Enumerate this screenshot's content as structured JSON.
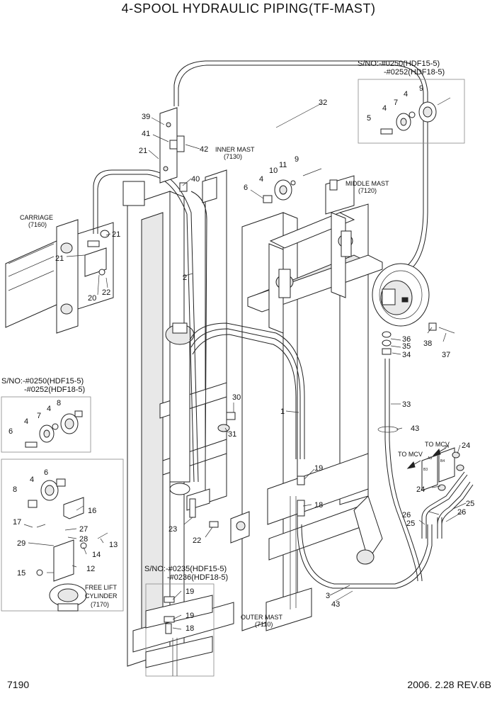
{
  "title": "4-SPOOL HYDRAULIC PIPING(TF-MAST)",
  "page_number": "7190",
  "date_rev": "2006. 2.28  REV.6B",
  "assemblies": {
    "inner_mast": [
      "INNER MAST",
      "(7130)"
    ],
    "middle_mast": [
      "MIDDLE MAST",
      "(7120)"
    ],
    "carriage": [
      "CARRIAGE",
      "(7160)"
    ],
    "outer_mast": [
      "OUTER MAST",
      "(7110)"
    ],
    "free_lift": [
      "FREE LIFT",
      "CYLINDER",
      "(7170)"
    ]
  },
  "serial_notes": {
    "top_right": [
      "S/NO:-#0250(HDF15-5)",
      "-#0252(HDF18-5)"
    ],
    "left": [
      "S/NO:-#0250(HDF15-5)",
      "-#0252(HDF18-5)"
    ],
    "bottom": [
      "S/NO:-#0235(HDF15-5)",
      "-#0236(HDF18-5)"
    ]
  },
  "to_mcv": [
    "TO MCV",
    "TO MCV"
  ],
  "port_tags": [
    "A4",
    "A3",
    "B3",
    "B4"
  ],
  "callouts": [
    "1",
    "2",
    "3",
    "4",
    "5",
    "6",
    "7",
    "8",
    "9",
    "10",
    "11",
    "12",
    "13",
    "14",
    "15",
    "16",
    "17",
    "18",
    "19",
    "20",
    "21",
    "22",
    "23",
    "24",
    "25",
    "26",
    "27",
    "28",
    "29",
    "30",
    "31",
    "32",
    "33",
    "34",
    "35",
    "36",
    "37",
    "38",
    "39",
    "40",
    "41",
    "42",
    "43"
  ]
}
